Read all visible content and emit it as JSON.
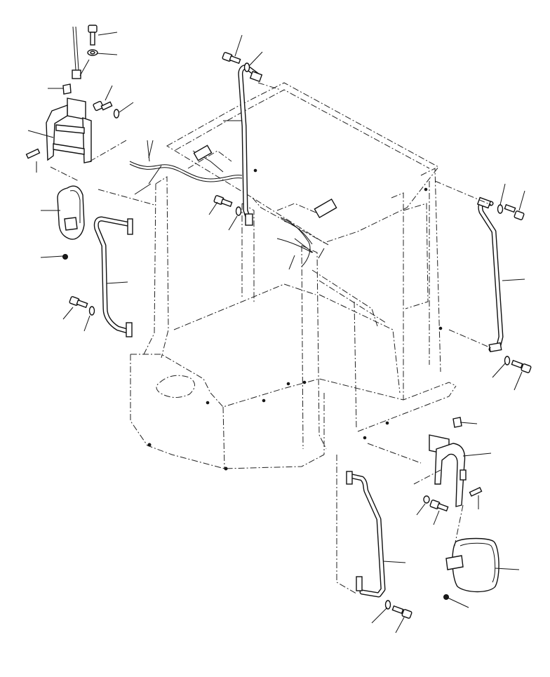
{
  "figure": {
    "background": "#ffffff",
    "line_color": "#111111",
    "parts": [
      "left-mirror-bracket",
      "left-mirror",
      "left-front-grab-rail",
      "top-left-grab-rail",
      "right-rear-grab-rail",
      "right-mirror-bracket",
      "right-mirror",
      "right-front-grab-rail",
      "wiring-harness"
    ]
  }
}
